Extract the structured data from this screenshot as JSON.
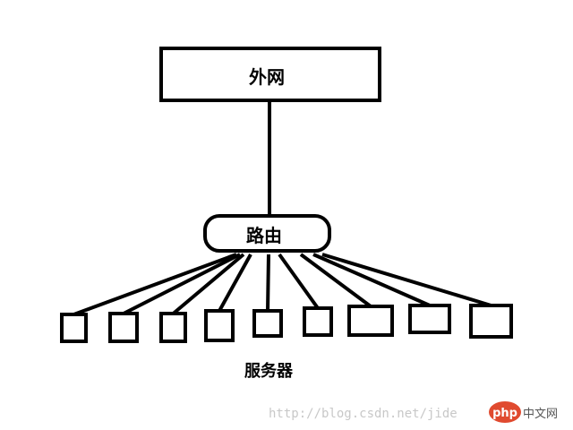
{
  "diagram": {
    "internet_label": "外网",
    "router_label": "路由",
    "servers_label": "服务器",
    "server_count": 9
  },
  "watermark": {
    "url": "http://blog.csdn.net/jide",
    "logo_text": "php",
    "logo_suffix": "中文网"
  },
  "colors": {
    "line": "#000000",
    "background": "#ffffff",
    "logo_accent": "#e04a2f"
  }
}
